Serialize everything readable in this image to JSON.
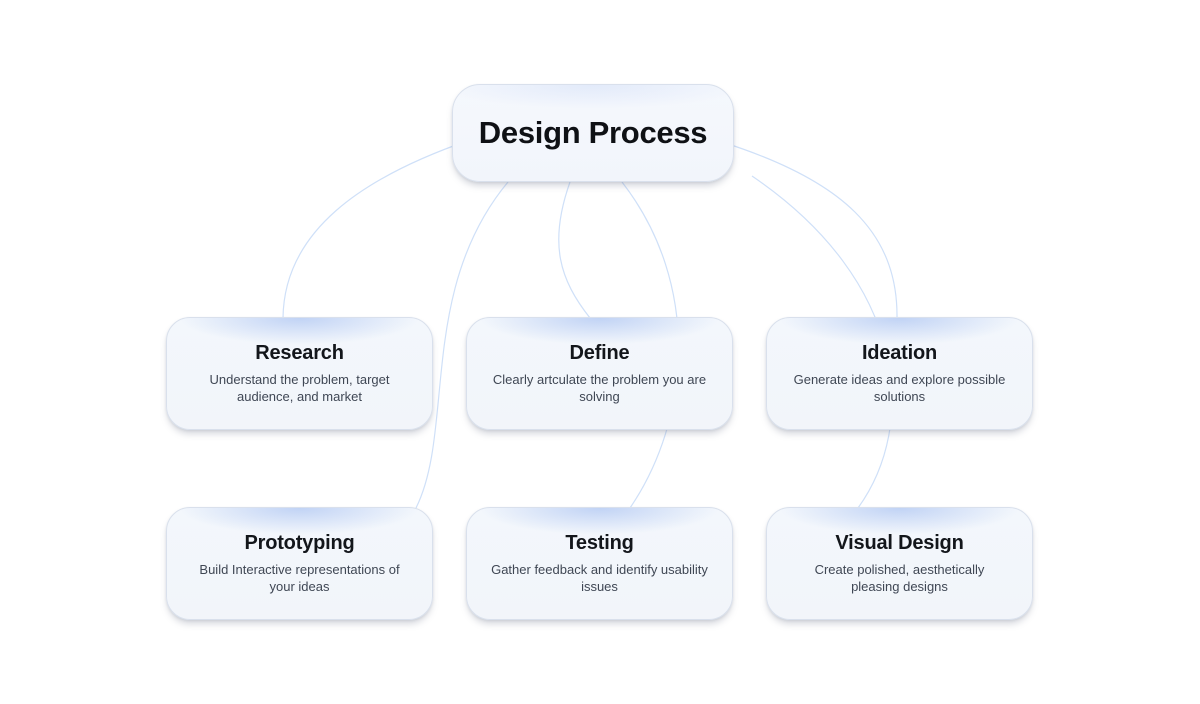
{
  "root": {
    "label": "Design Process"
  },
  "nodes": [
    {
      "id": "research",
      "title": "Research",
      "description": "Understand the problem, target audience, and market"
    },
    {
      "id": "define",
      "title": "Define",
      "description": "Clearly artculate the problem you are solving"
    },
    {
      "id": "ideation",
      "title": "Ideation",
      "description": "Generate ideas and explore possible solutions"
    },
    {
      "id": "prototyping",
      "title": "Prototyping",
      "description": "Build Interactive representations of your ideas"
    },
    {
      "id": "testing",
      "title": "Testing",
      "description": "Gather feedback and identify usability issues"
    },
    {
      "id": "visual-design",
      "title": "Visual Design",
      "description": "Create polished, aesthetically pleasing designs"
    }
  ],
  "colors": {
    "connector": "#cfe0f8",
    "card_background": "#f3f6fb",
    "card_border": "#d9e0ec",
    "card_glow": "#7aa0eb",
    "title_text": "#13161b",
    "description_text": "#3f4754",
    "page_background": "#ffffff"
  }
}
